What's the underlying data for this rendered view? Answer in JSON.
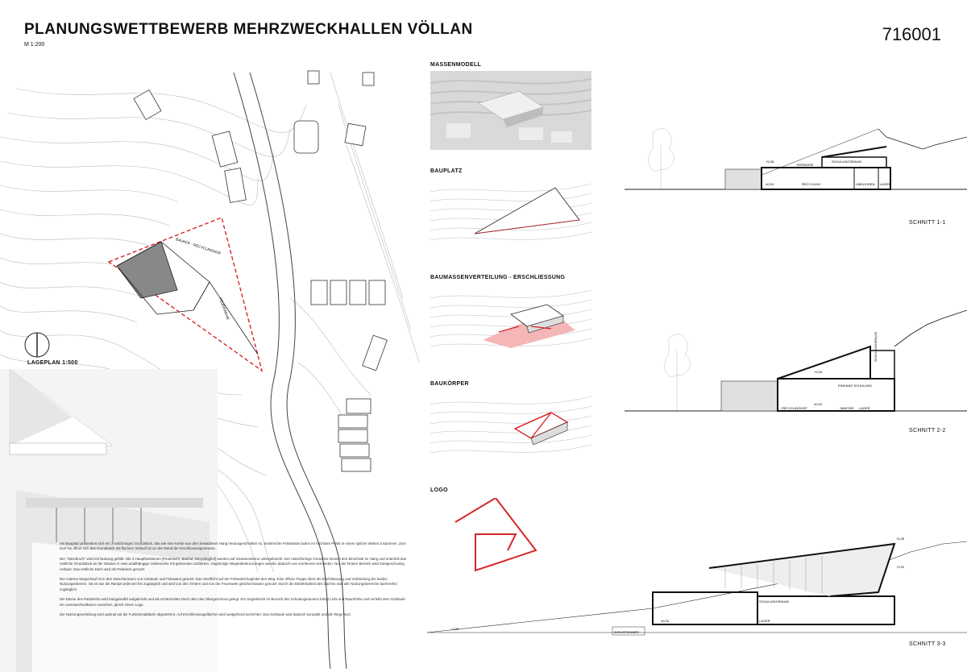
{
  "header": {
    "title": "PLANUNGSWETTBEWERB MEHRZWECKHALLEN VÖLLAN",
    "scale": "M 1:200",
    "code": "716001"
  },
  "site_plan": {
    "label": "LAGEPLAN 1:500",
    "plot_labels": [
      "BAUHOF - RECYCLINGHOF",
      "FEUERWEHR"
    ]
  },
  "sections_right": {
    "massenmodell": "MASSENMODELL",
    "bauplatz": "BAUPLATZ",
    "erschliessung": "BAUMASSENVERTEILUNG - ERSCHLIESSUNG",
    "baukoerper": "BAUKÖRPER",
    "logo": "LOGO"
  },
  "cross_sections": {
    "s1": {
      "label": "SCHNITT 1-1",
      "rooms": [
        "TERRASSE",
        "SCHULUNGSRAUM",
        "RECYCLING",
        "UMKLEIDEN",
        "LAGER"
      ],
      "levels": [
        "+5,38",
        "±0,00"
      ]
    },
    "s2": {
      "label": "SCHNITT 2-2",
      "rooms": [
        "EINGANG SCHULUNG",
        "RECYCLINGHOF",
        "SANITÄR",
        "LAGER",
        "SCHULUNGSRAUM"
      ],
      "levels": [
        "+3,20",
        "±0,00"
      ]
    },
    "s3": {
      "label": "SCHNITT 3-3",
      "rooms": [
        "SCHULUNGSRAUM",
        "LAGER",
        "ZUFAHRTSRAMPE"
      ],
      "levels": [
        "+5,35",
        "+3,20",
        "±0,00",
        "-1,25"
      ]
    }
  },
  "description": {
    "paragraphs": [
      "Als Bauplatz präsentiert sich ein 3-eckförmiges Grundstück, das wie eine Kerbe aus dem bewaldeten Hang herausgeschnitten ist. Senkrechte Felswände laufen im höchsten Punkt in einem spitzen Winkel zusammen. Zum Dorf hin öffnet sich das Grundstück mit flachem Verlauf bis an den Rand der Erschliessungsstrasse.",
      "Der \"Steinbruch\" wird mit Nutzung gefüllt: Alle 3 Hauptfunktionen (Feuerwehr, Bauhof, Recyclinghof) werden auf Strassenebene untergebracht. Der rüsterförmige Grundriss besetzt den Einschnitt im Hang und unterteilt das restliche Grundstück an der Strasse in zwei unabhängige Vorbereiche mit getrennten Zufahrten. Ungünstige Wegeüberkreuzungen werden dadurch von vornherein vermieden. Nur der hintere Bereich wird zweigeschossig verbaut. Das restliche Dach wird als Parkdeck genutzt.",
      "Der externe Wegverlauf ist in den Zwischenraum von Gebäude und Felswand gesetzt. Das Streiflicht auf der Felswand begleitet den Weg. Eine offene Treppe dient als Erschliessung und Verbindung der beiden Nutzungsebenen. Sie ist wie die Rampe jederzeit frei zugänglich und wird von den Ämtern und von der Feuerwehr gleichermassen genutzt. Durch die Befahrbarkeit des Daches sind alle Nutzungsbereiche barrierefrei zugänglich.",
      "Die Ebene des Parkdecks wird hangparallel aufgeknickt und als schützendes Dach über das Obergeschoss gelegt. Ein Gegenknick im Bereich des Schulungsraumes bringt Licht und Raumhöhe und verleiht dem Gebäude ein unverwechselbares Aussehen, gleich einem Logo.",
      "Die Nutzungsverteilung wird optimal auf die Funktionsabläufe abgestimmt. Auf Erschliessungsflächen wird weitgehend verzichtet. Das Gebäude wird dadurch kompakt und die Wege kurz."
    ]
  },
  "colors": {
    "accent": "#d8262a",
    "line": "#222222",
    "panel": "#f3f3f3"
  }
}
